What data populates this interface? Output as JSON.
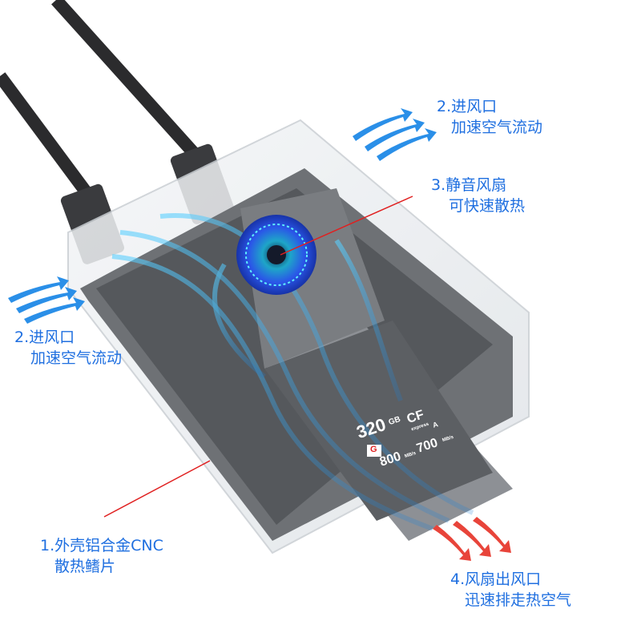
{
  "labels": {
    "inlet_top": {
      "line1": "2.进风口",
      "line2": "加速空气流动"
    },
    "fan": {
      "line1": "3.静音风扇",
      "line2": "可快速散热"
    },
    "inlet_left": {
      "line1": "2.进风口",
      "line2": "加速空气流动"
    },
    "shell": {
      "line1": "1.外壳铝合金CNC",
      "line2": "散热鳍片"
    },
    "outlet": {
      "line1": "4.风扇出风口",
      "line2": "迅速排走热空气"
    }
  },
  "card": {
    "capacity": "320",
    "capacity_unit": "GB",
    "brand_logo": "CF",
    "logo_sub": "express",
    "type": "A",
    "read_speed": "800",
    "write_speed": "700",
    "speed_unit": "MB/s",
    "g_badge": "G"
  },
  "colors": {
    "label": "#1f6fe0",
    "airflow_in": "#2a8fe8",
    "airflow_out": "#e8443a",
    "pointer": "#e02020"
  }
}
